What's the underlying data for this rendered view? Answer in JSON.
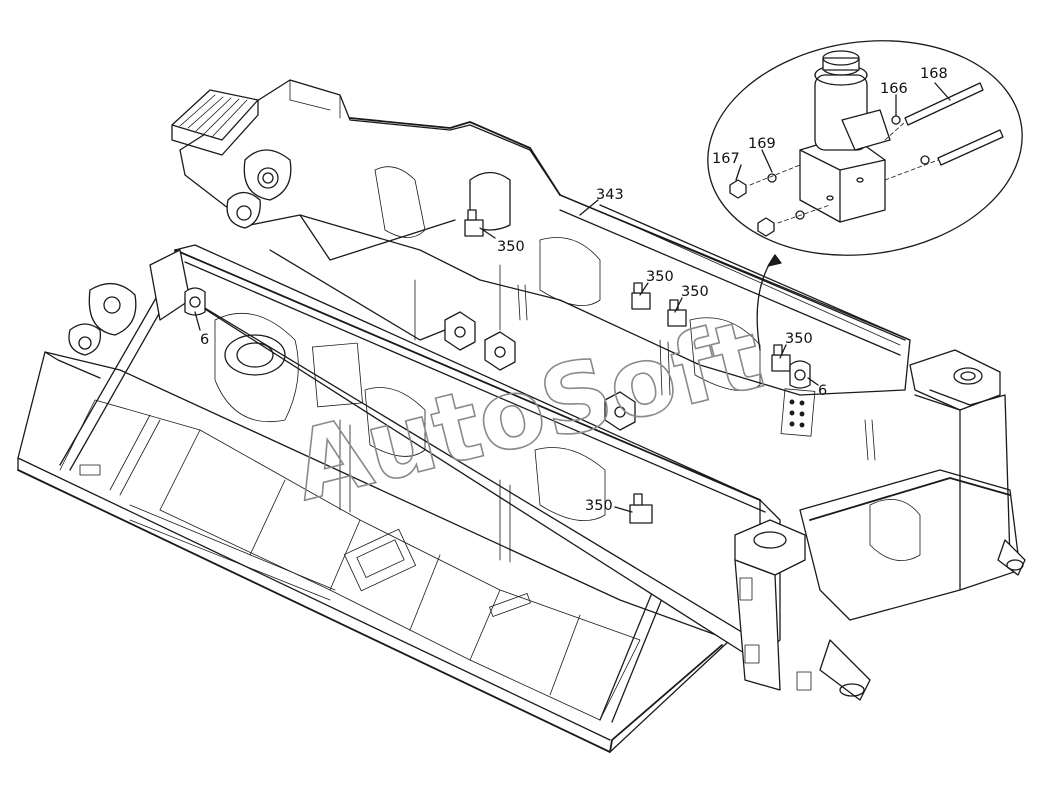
{
  "watermark": {
    "text": "AutoSoft",
    "color": "#8a8a8a"
  },
  "callouts": {
    "c343": "343",
    "c350a": "350",
    "c350b": "350",
    "c350c": "350",
    "c350d": "350",
    "c350e": "350",
    "c6a": "6",
    "c6b": "6",
    "c166": "166",
    "c167": "167",
    "c168": "168",
    "c169": "169"
  },
  "colors": {
    "line": "#1a1a1a",
    "background": "#ffffff"
  }
}
